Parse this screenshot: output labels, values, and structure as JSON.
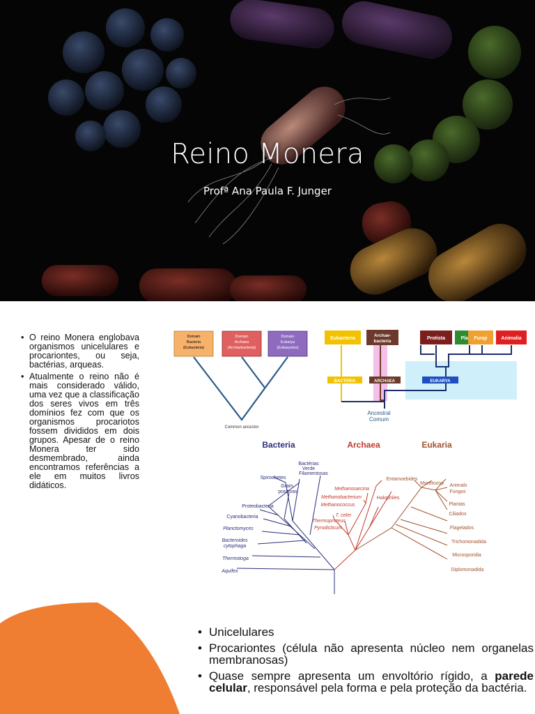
{
  "slide1": {
    "title": "Reino Monera",
    "subtitle": "Profª Ana Paula F. Junger"
  },
  "slide2": {
    "paragraphs": [
      "O reino Monera englobava organismos unicelulares e procariontes, ou seja, bactérias, arqueas.",
      "Atualmente o reino não é mais considerado válido, uma vez que a classificação dos seres vivos em três domínios fez com que os organismos procariotos fossem divididos em dois grupos. Apesar de o reino Monera ter sido desmembrado, ainda encontramos referências a ele em muitos livros didáticos."
    ],
    "domain_diagram": {
      "boxes": [
        {
          "lines": [
            "Domain",
            "Bacteria",
            "(Eubacteria)"
          ],
          "color": "#f6b26b"
        },
        {
          "lines": [
            "Domain",
            "Archaea",
            "(Archaebacteria)"
          ],
          "color": "#e06060"
        },
        {
          "lines": [
            "Domain",
            "Eukarya",
            "(Eukaryotes)"
          ],
          "color": "#8e6bbf"
        }
      ],
      "root_label": "Common ancestor"
    },
    "kingdom_diagram": {
      "top_boxes": [
        {
          "label": "Eubacteria",
          "color": "#f2c200"
        },
        {
          "label": "Archae-bacteria",
          "color": "#6b3a2a"
        },
        {
          "label": "Protista",
          "color": "#7a1e1e"
        },
        {
          "label": "Plantae",
          "color": "#2e8b2e"
        },
        {
          "label": "Fungi",
          "color": "#f0a030"
        },
        {
          "label": "Animalia",
          "color": "#e02020"
        }
      ],
      "mid_labels": [
        "BACTERIA",
        "ARCHAEA",
        "EUKARYA"
      ],
      "root_label_lines": [
        "Ancestral",
        "Comum"
      ]
    },
    "tree": {
      "headers": [
        "Bacteria",
        "Archaea",
        "Eukaria"
      ],
      "header_colors": [
        "#2b2f7a",
        "#c0392b",
        "#a0522d"
      ],
      "bacteria_leaves": [
        "Bactérias",
        "Verde",
        "Filamentosas",
        "Spirochetes",
        "Gram",
        "positivas",
        "Proteobacteria",
        "Cyanobacteria",
        "Planctomyces",
        "Bacteroides",
        "cytophaga",
        "Thermotoga",
        "Aquifex"
      ],
      "archaea_leaves": [
        "Methanosarcina",
        "Methanobacterium",
        "Halophiles",
        "Methanococcus",
        "T. celer",
        "Thermoproteus",
        "Pyrodicticum"
      ],
      "eukaria_leaves": [
        "Entamoebides",
        "Mycetozoa",
        "Animals",
        "Fungos",
        "Plantas",
        "Ciliados",
        "Flagelados",
        "Trichomonadida",
        "Microsporidia",
        "Diplomonadida"
      ]
    }
  },
  "slide3": {
    "accent_color": "#ef7d32",
    "bullets": [
      {
        "parts": [
          {
            "text": "Unicelulares",
            "bold": false
          }
        ]
      },
      {
        "parts": [
          {
            "text": "Procariontes (célula não apresenta núcleo nem organelas membranosas)",
            "bold": false
          }
        ]
      },
      {
        "parts": [
          {
            "text": "Quase sempre apresenta um envoltório rígido, a ",
            "bold": false
          },
          {
            "text": "parede celular",
            "bold": true
          },
          {
            "text": ", responsável pela forma e pela proteção da bactéria.",
            "bold": false
          }
        ]
      }
    ]
  }
}
